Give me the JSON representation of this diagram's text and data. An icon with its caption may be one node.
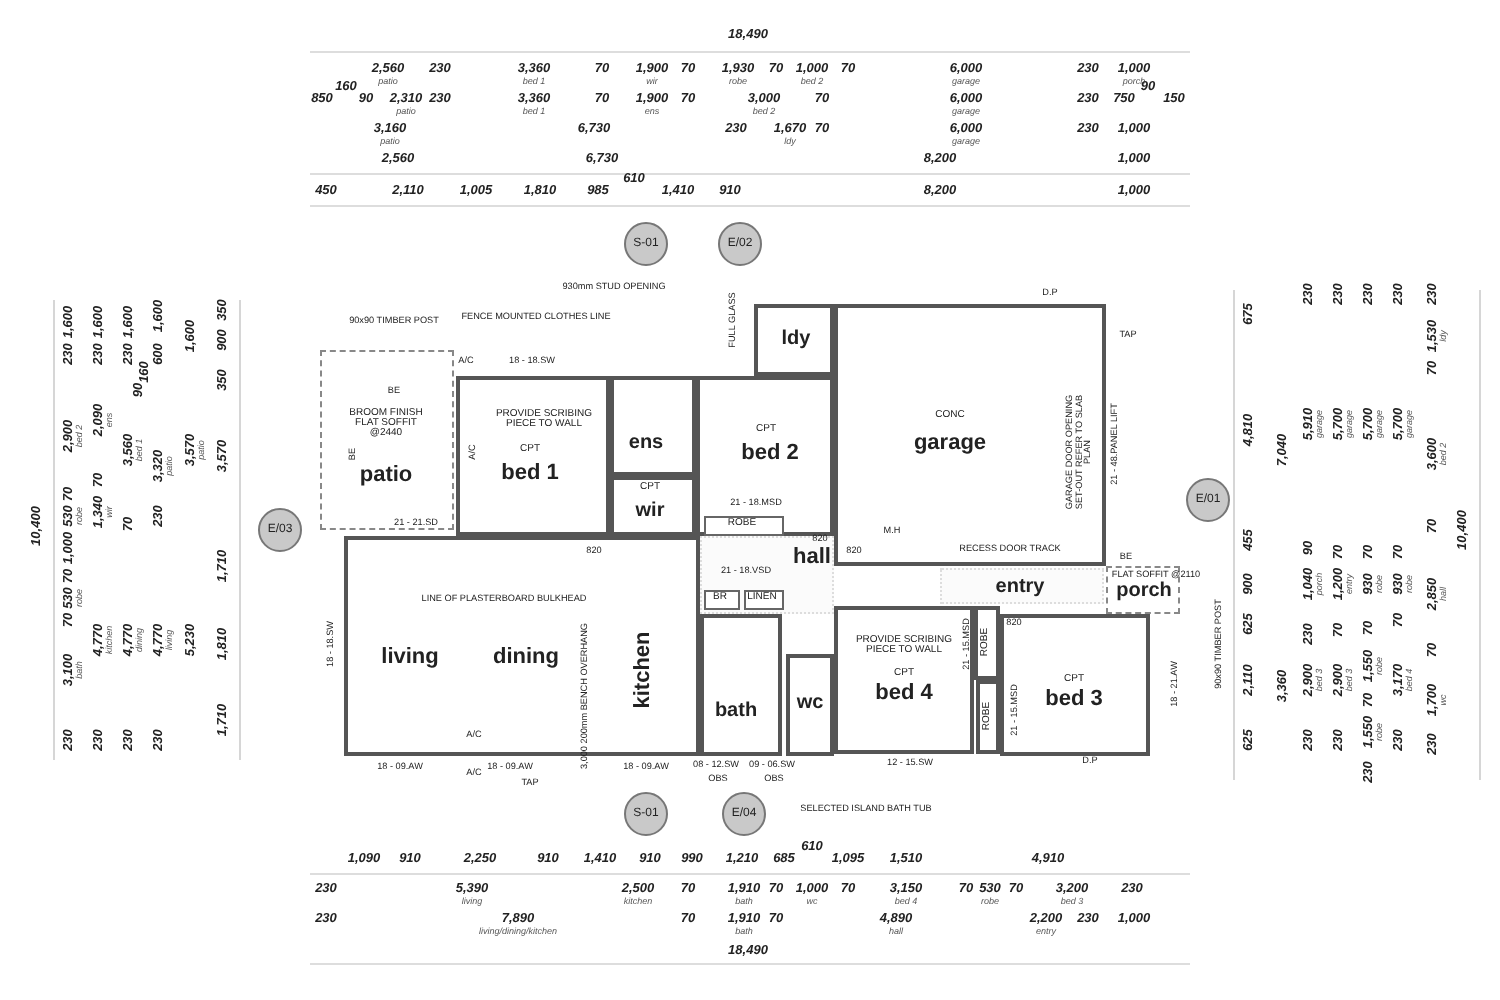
{
  "diagram": {
    "nodes": [
      {
        "text": [
          "BROOM FINISH FLAT SOFFIT @2440",
          "patio"
        ]
      },
      {
        "text": [
          "PROVIDE SCRIBING PIECE TO WALL",
          "CPT",
          "bed 1"
        ]
      },
      {
        "text": [
          "ens"
        ]
      },
      {
        "text": [
          "CPT",
          "wir"
        ]
      },
      {
        "text": [
          "CPT",
          "bed 2"
        ]
      },
      {
        "text": [
          "ROBE"
        ],
        "in": 4
      },
      {
        "text": [
          "ldy"
        ]
      },
      {
        "text": [
          "CONC",
          "garage"
        ]
      },
      {
        "text": [
          "living",
          "dining",
          "kitchen"
        ]
      },
      {
        "text": [
          "hall"
        ]
      },
      {
        "text": [
          "BR"
        ],
        "in": 9
      },
      {
        "text": [
          "LINEN"
        ],
        "in": 9
      },
      {
        "text": [
          "bath"
        ]
      },
      {
        "text": [
          "wc"
        ]
      },
      {
        "text": [
          "PROVIDE SCRIBING PIECE TO WALL",
          "CPT",
          "bed 4"
        ]
      },
      {
        "text": [
          "ROBE"
        ]
      },
      {
        "text": [
          "entry"
        ]
      },
      {
        "text": [
          "porch"
        ]
      },
      {
        "text": [
          "CPT",
          "bed 3"
        ]
      },
      {
        "text": [
          "ROBE"
        ]
      },
      {
        "text": [
          "S-01"
        ]
      },
      {
        "text": [
          "E/02"
        ]
      },
      {
        "text": [
          "E/03"
        ]
      },
      {
        "text": [
          "E/01"
        ]
      },
      {
        "text": [
          "S-01"
        ]
      },
      {
        "text": [
          "E/04"
        ]
      }
    ],
    "edges": [],
    "labels": [
      "18,490",
      "2,560",
      "patio",
      "230",
      "3,360",
      "bed 1",
      "70",
      "1,900",
      "wir",
      "70",
      "1,930",
      "robe",
      "70",
      "1,000",
      "bed 2",
      "70",
      "6,000",
      "garage",
      "230",
      "1,000",
      "porch",
      "850",
      "160",
      "90",
      "2,310",
      "patio",
      "230",
      "3,360",
      "bed 1",
      "70",
      "1,900",
      "ens",
      "70",
      "3,000",
      "bed 2",
      "70",
      "6,000",
      "garage",
      "230",
      "750",
      "90",
      "150",
      "3,160",
      "patio",
      "6,730",
      "230",
      "1,670",
      "ldy",
      "70",
      "6,000",
      "garage",
      "230",
      "1,000",
      "2,560",
      "6,730",
      "8,200",
      "1,000",
      "450",
      "2,110",
      "1,005",
      "1,810",
      "985",
      "610",
      "1,410",
      "910",
      "8,200",
      "1,000",
      "10,400",
      "1,600",
      "230",
      "1,600",
      "230",
      "1,600",
      "230",
      "1,600",
      "600",
      "160",
      "90",
      "1,600",
      "350",
      "900",
      "350",
      "2,900",
      "bed 2",
      "70",
      "530",
      "robe",
      "1,000",
      "70",
      "530",
      "robe",
      "70",
      "3,100",
      "bath",
      "230",
      "2,090",
      "ens",
      "70",
      "1,340",
      "wir",
      "4,770",
      "kitchen",
      "230",
      "3,560",
      "bed 1",
      "70",
      "4,770",
      "dining",
      "230",
      "3,320",
      "patio",
      "230",
      "4,770",
      "living",
      "230",
      "3,570",
      "patio",
      "5,230",
      "3,570",
      "1,710",
      "1,810",
      "1,710",
      "675",
      "4,810",
      "455",
      "900",
      "625",
      "2,110",
      "625",
      "7,040",
      "3,360",
      "230",
      "5,910",
      "garage",
      "90",
      "1,040",
      "porch",
      "230",
      "2,900",
      "bed 3",
      "230",
      "230",
      "5,700",
      "garage",
      "70",
      "1,200",
      "entry",
      "70",
      "2,900",
      "bed 3",
      "230",
      "230",
      "5,700",
      "garage",
      "70",
      "930",
      "robe",
      "70",
      "1,550",
      "robe",
      "70",
      "1,550",
      "robe",
      "230",
      "230",
      "5,700",
      "garage",
      "70",
      "930",
      "robe",
      "70",
      "3,170",
      "bed 4",
      "230",
      "230",
      "1,530",
      "ldy",
      "70",
      "3,600",
      "bed 2",
      "70",
      "2,850",
      "hall",
      "70",
      "1,700",
      "wc",
      "230",
      "10,400",
      "930mm STUD OPENING",
      "90x90 TIMBER POST",
      "FENCE MOUNTED CLOTHES LINE",
      "FULL GLASS",
      "D.P",
      "TAP",
      "A/C",
      "18 - 18.SW",
      "BE",
      "BE",
      "A/C",
      "21 - 21.SD",
      "21 - 18.MSD",
      "820",
      "820",
      "820",
      "21 - 48.PANEL LIFT",
      "GARAGE DOOR OPENING SET-OUT REFER TO SLAB PLAN",
      "M.H",
      "RECESS DOOR TRACK",
      "BE",
      "FLAT SOFFIT @2110",
      "LINE OF PLASTERBOARD BULKHEAD",
      "21 - 18.VSD",
      "18 - 18.SW",
      "820",
      "21 - 15.MSD",
      "90x90 TIMBER POST",
      "3,000 200mm BENCH OVERHANG",
      "21 - 15.MSD",
      "18 - 21.AW",
      "A/C",
      "18 - 09.AW",
      "A/C",
      "18 - 09.AW",
      "TAP",
      "18 - 09.AW",
      "08 - 12.SW",
      "OBS",
      "09 - 06.SW",
      "OBS",
      "12 - 15.SW",
      "D.P",
      "SELECTED ISLAND BATH TUB",
      "1,090",
      "910",
      "2,250",
      "910",
      "1,410",
      "910",
      "990",
      "1,210",
      "685",
      "610",
      "1,095",
      "1,510",
      "4,910",
      "230",
      "5,390",
      "living",
      "2,500",
      "kitchen",
      "70",
      "1,910",
      "bath",
      "70",
      "1,000",
      "wc",
      "70",
      "3,150",
      "bed 4",
      "70",
      "530",
      "robe",
      "70",
      "3,200",
      "bed 3",
      "230",
      "230",
      "7,890",
      "living/dining/kitchen",
      "70",
      "1,910",
      "bath",
      "70",
      "4,890",
      "hall",
      "2,200",
      "entry",
      "230",
      "1,000",
      "18,490"
    ]
  }
}
